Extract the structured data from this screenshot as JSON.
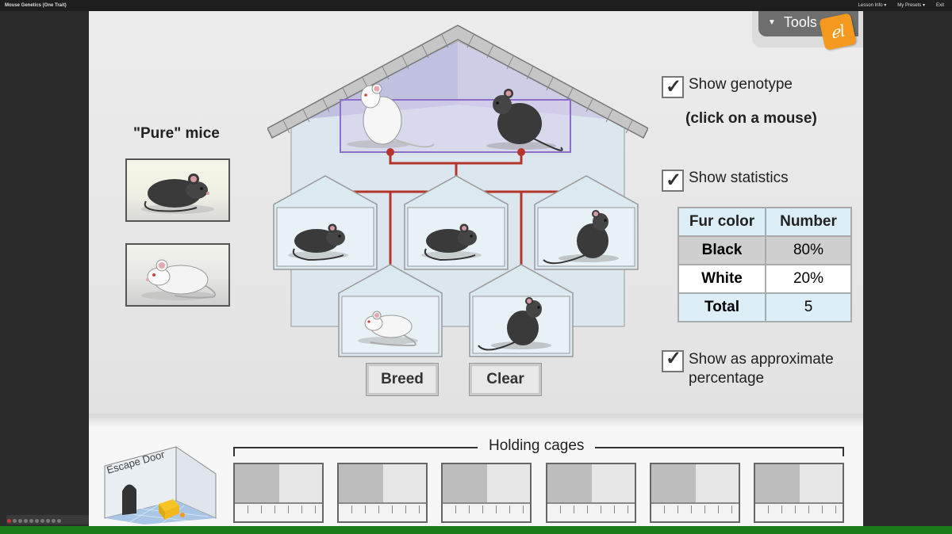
{
  "window": {
    "title": "Mouse Genetics (One Trait)",
    "menus": [
      "Lesson Info ▾",
      "My Presets ▾",
      "Exit"
    ]
  },
  "tools": {
    "label": "Tools",
    "logo_text": "el",
    "accent": "#f39a1e"
  },
  "pure_mice": {
    "title": "\"Pure\" mice",
    "items": [
      "black-mouse",
      "white-mouse"
    ]
  },
  "buttons": {
    "breed": "Breed",
    "clear": "Clear"
  },
  "options": {
    "show_genotype": {
      "label": "Show genotype",
      "checked": true
    },
    "click_hint": "(click on a mouse)",
    "show_statistics": {
      "label": "Show statistics",
      "checked": true
    },
    "show_approx": {
      "label_line1": "Show as approximate",
      "label_line2": "percentage",
      "checked": true
    }
  },
  "stats": {
    "headers": [
      "Fur color",
      "Number"
    ],
    "rows": [
      {
        "label": "Black",
        "value": "80%"
      },
      {
        "label": "White",
        "value": "20%"
      },
      {
        "label": "Total",
        "value": "5"
      }
    ]
  },
  "parents": [
    "white-mouse",
    "black-mouse"
  ],
  "offspring": [
    "black",
    "black",
    "black",
    "white",
    "black"
  ],
  "holding": {
    "label": "Holding cages",
    "cage_count": 6
  },
  "escape_door": {
    "label": "Escape Door"
  },
  "colors": {
    "line": "#b5352a",
    "house_wall": "#dde8f0",
    "house_roof": "#8a8a8a",
    "parent_box": "#8b6fc9"
  }
}
